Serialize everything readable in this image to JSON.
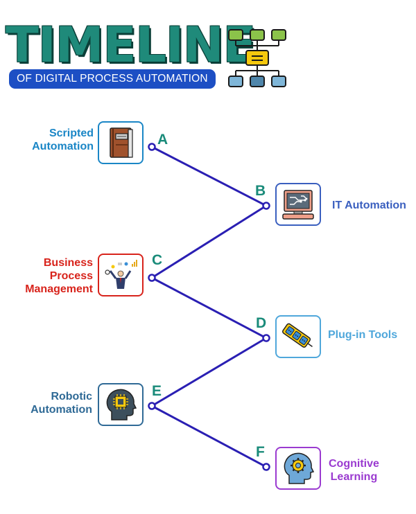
{
  "header": {
    "title": "TIMELINE",
    "subtitle": "OF DIGITAL PROCESS AUTOMATION",
    "icon": "flowchart-hierarchy-icon"
  },
  "colors": {
    "line": "#2a1fb3",
    "title": "#1f8a7a",
    "pill": "#1d4fc4",
    "letter": "#1a8b7a"
  },
  "milestones": [
    {
      "letter": "A",
      "label": "Scripted Automation",
      "lines": [
        "Scripted",
        "Automation"
      ],
      "color": "#1a86c6",
      "icon": "book-icon"
    },
    {
      "letter": "B",
      "label": "IT Automation",
      "lines": [
        "IT Automation"
      ],
      "color": "#3a5fbf",
      "icon": "computer-circuit-icon"
    },
    {
      "letter": "C",
      "label": "Business Process Management",
      "lines": [
        "Business",
        "Process",
        "Management"
      ],
      "color": "#d8231b",
      "icon": "businessman-ideas-icon"
    },
    {
      "letter": "D",
      "label": "Plug-in Tools",
      "lines": [
        "Plug-in Tools"
      ],
      "color": "#4fa7db",
      "icon": "power-strip-icon"
    },
    {
      "letter": "E",
      "label": "Robotic Automation",
      "lines": [
        "Robotic",
        "Automation"
      ],
      "color": "#2f6a96",
      "icon": "head-chip-icon"
    },
    {
      "letter": "F",
      "label": "Cognitive Learning",
      "lines": [
        "Cognitive",
        "Learning"
      ],
      "color": "#9a3ad0",
      "icon": "head-gear-icon"
    }
  ]
}
